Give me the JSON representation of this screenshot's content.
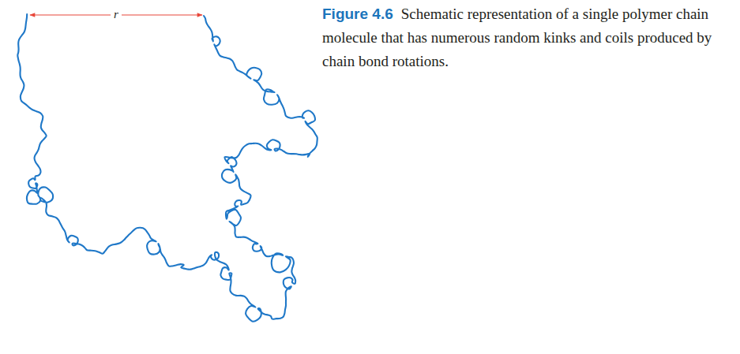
{
  "diagram": {
    "caption": "Schematic representation of a single polymer chain molecule that has numerous random kinks and coils produced by chain bond rotations.",
    "labels": [
      "r",
      "Figure 4.6"
    ]
  }
}
